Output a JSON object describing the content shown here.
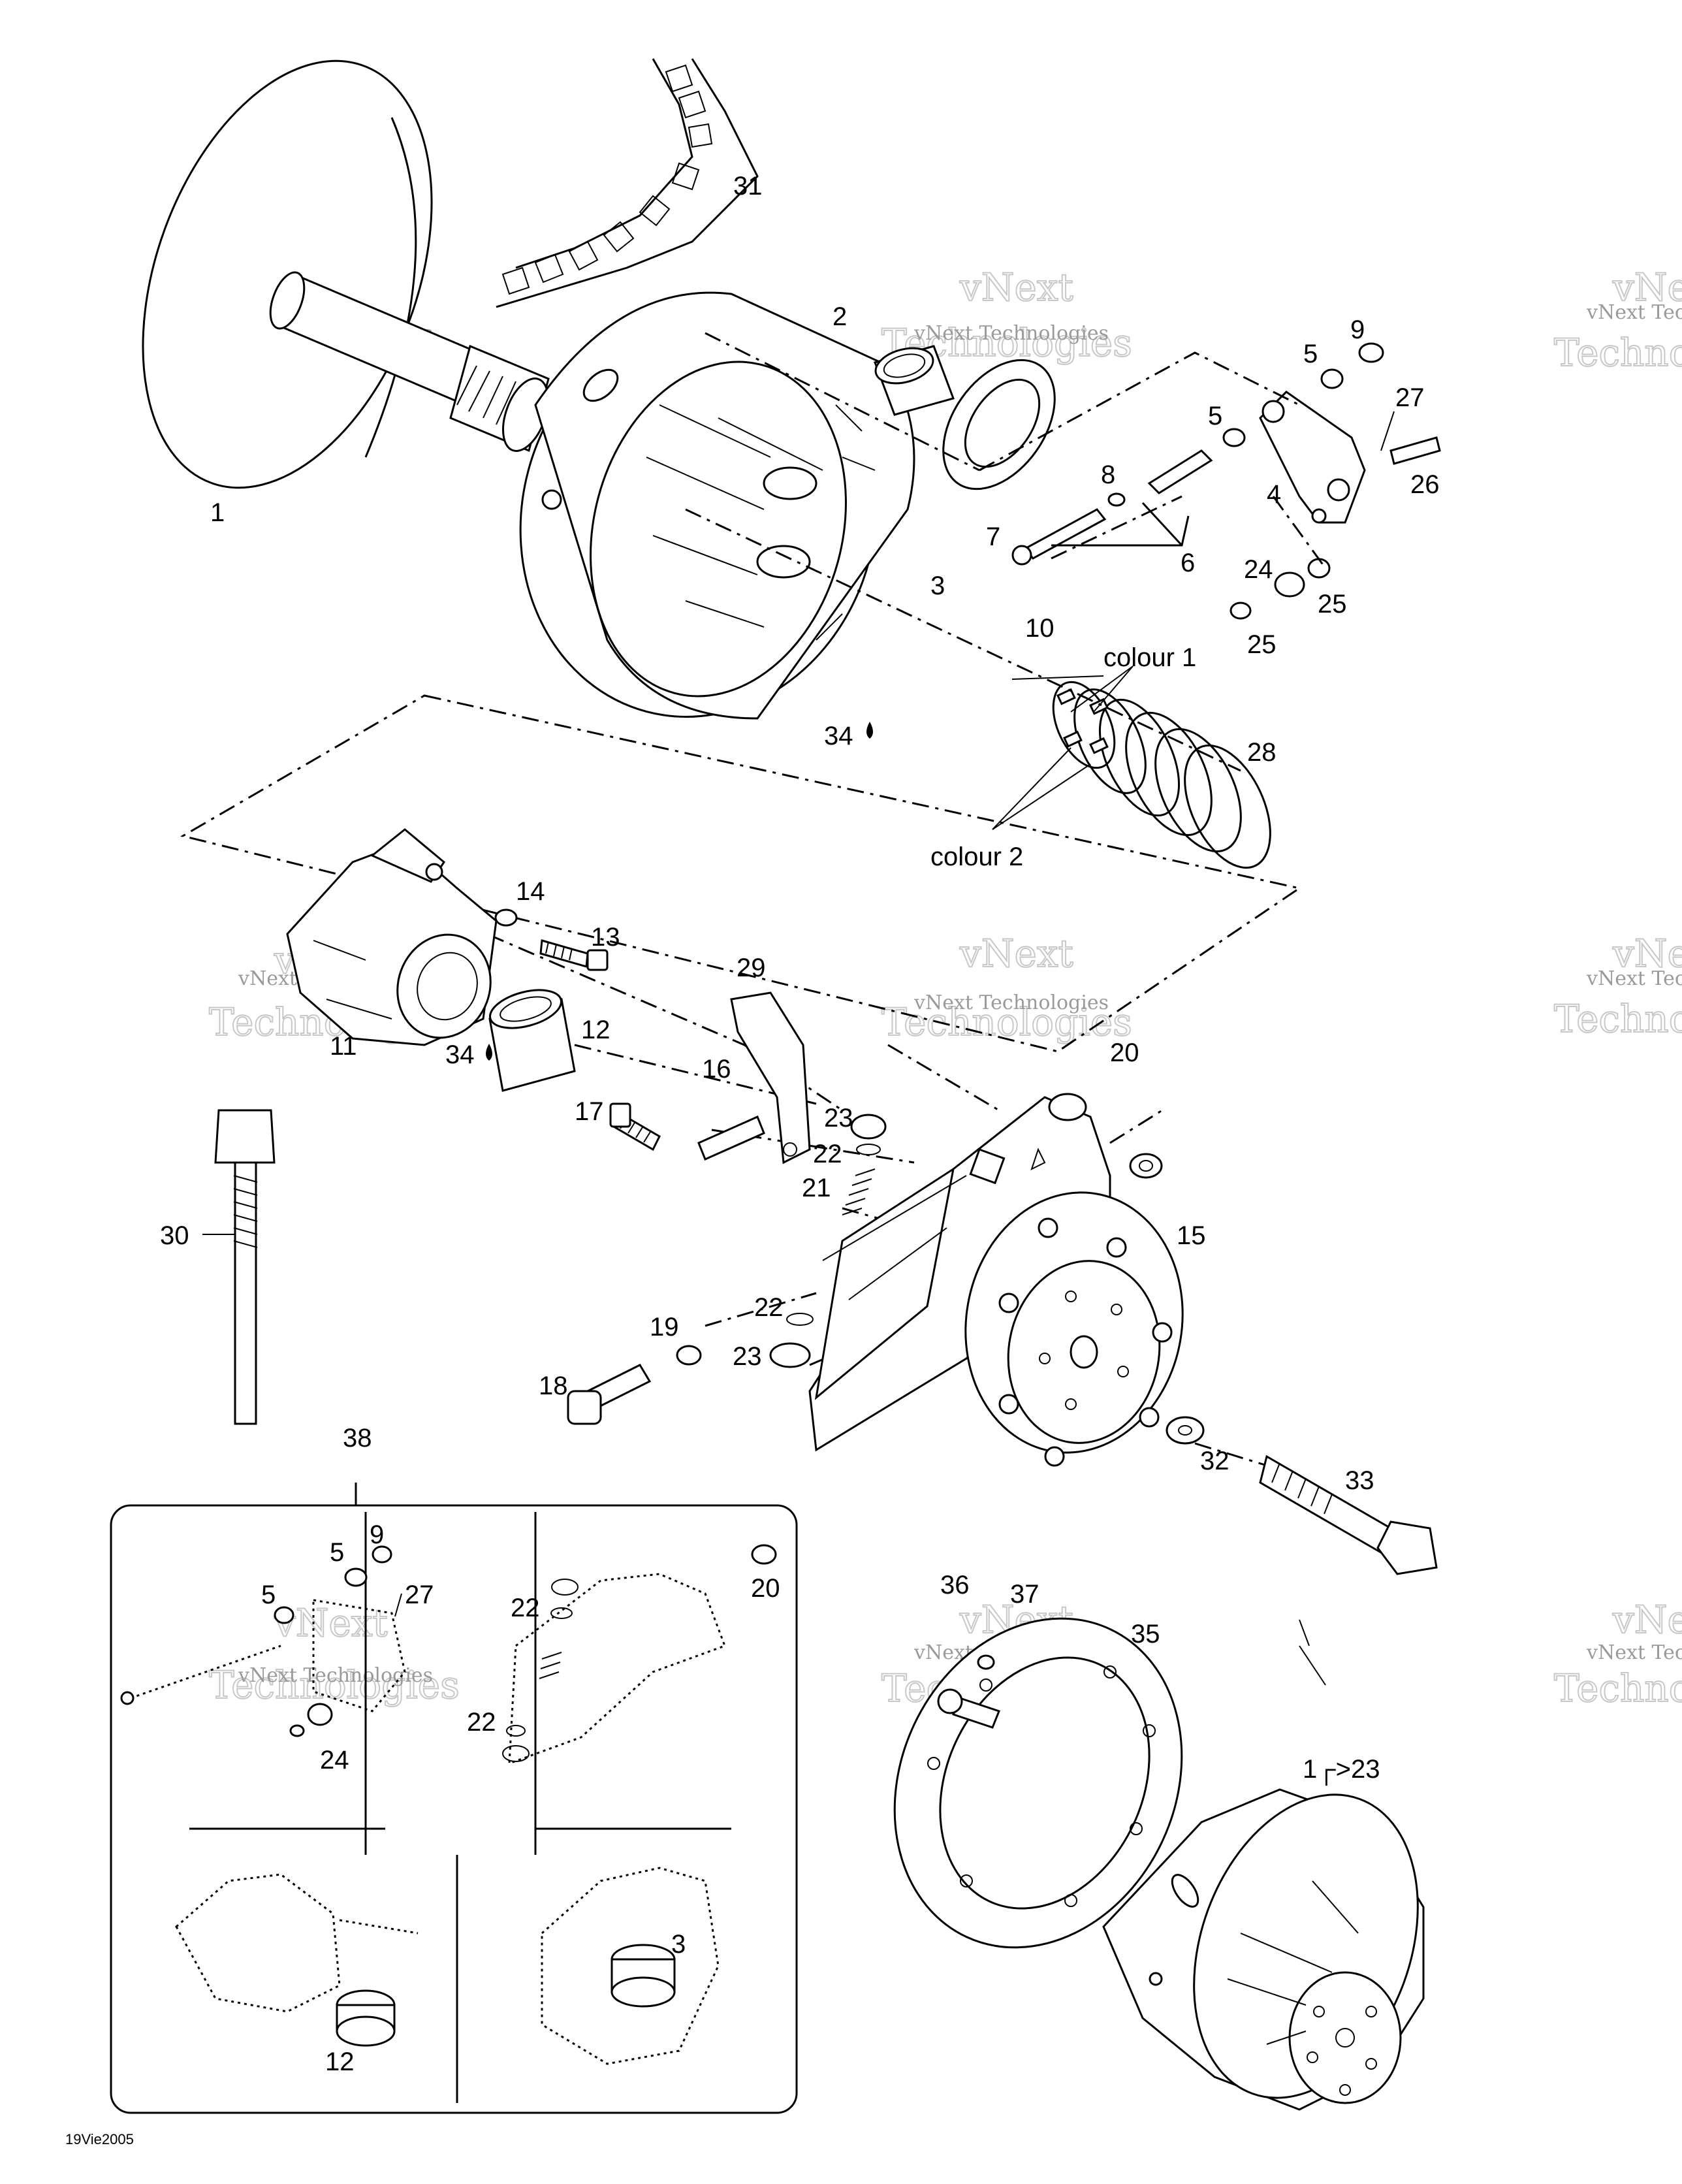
{
  "diagram": {
    "callouts": {
      "c1": "1",
      "c2": "2",
      "c3": "3",
      "c4": "4",
      "c5a": "5",
      "c5b": "5",
      "c6": "6",
      "c7": "7",
      "c8": "8",
      "c9": "9",
      "c10": "10",
      "c11": "11",
      "c12": "12",
      "c13": "13",
      "c14": "14",
      "c15": "15",
      "c16": "16",
      "c17": "17",
      "c18": "18",
      "c19": "19",
      "c20": "20",
      "c21": "21",
      "c22a": "22",
      "c22b": "22",
      "c23a": "23",
      "c23b": "23",
      "c24": "24",
      "c25a": "25",
      "c25b": "25",
      "c26": "26",
      "c27": "27",
      "c28": "28",
      "c29": "29",
      "c30": "30",
      "c31": "31",
      "c32": "32",
      "c33": "33",
      "c34a": "34",
      "c34b": "34",
      "c35": "35",
      "c36": "36",
      "c37": "37",
      "c38": "38",
      "c1to23": "1┌>23"
    },
    "notes": {
      "colour1": "colour 1",
      "colour2": "colour 2"
    },
    "inset": {
      "c5a": "5",
      "c5b": "5",
      "c9": "9",
      "c27": "27",
      "c24": "24",
      "c20": "20",
      "c22a": "22",
      "c22b": "22",
      "c12": "12",
      "c3": "3"
    },
    "watermark": {
      "line1": "vNext",
      "line2": "Technologies",
      "small": "vNext Technologies"
    },
    "drawing_code": "19Vie2005"
  }
}
